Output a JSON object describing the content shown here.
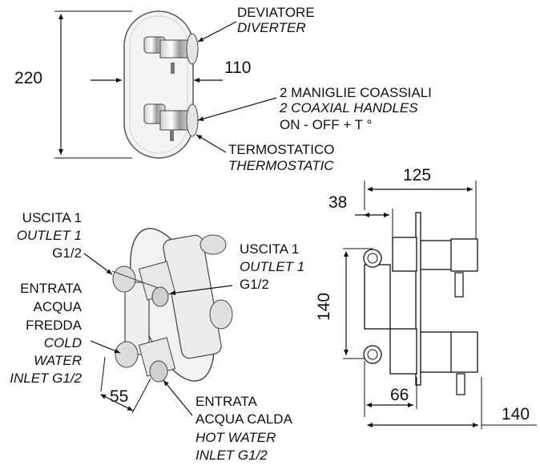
{
  "front_view": {
    "height_dim": "220",
    "width_dim": "110",
    "top_label_it": "DEVIATORE",
    "top_label_en": "DIVERTER",
    "mid_label_it": "2 MANIGLIE COASSIALI",
    "mid_label_en": "2 COAXIAL HANDLES",
    "mid_label_func": "ON - OFF  +  T °",
    "bottom_label_it": "TERMOSTATICO",
    "bottom_label_en": "THERMOSTATIC"
  },
  "iso_view": {
    "left_outlet_it": "USCITA 1",
    "left_outlet_en": "OUTLET 1",
    "left_outlet_thread": "G1/2",
    "cold_it_1": "ENTRATA",
    "cold_it_2": "ACQUA",
    "cold_it_3": "FREDDA",
    "cold_en_1": "COLD",
    "cold_en_2": "WATER",
    "cold_en_3": "INLET G1/2",
    "right_outlet_it": "USCITA 1",
    "right_outlet_en": "OUTLET 1",
    "right_outlet_thread": "G1/2",
    "spacing_dim": "55",
    "hot_it_1": "ENTRATA",
    "hot_it_2": "ACQUA CALDA",
    "hot_en_1": "HOT WATER",
    "hot_en_2": "INLET G1/2"
  },
  "side_view": {
    "depth_dim": "125",
    "offset_dim": "38",
    "height_dim": "140",
    "body_dim": "66",
    "total_dim": "140"
  }
}
